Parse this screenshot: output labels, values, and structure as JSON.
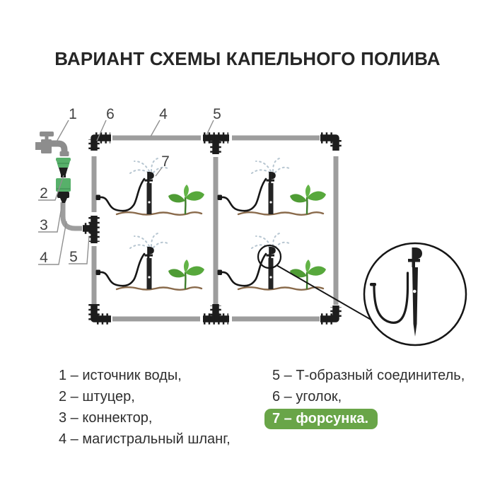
{
  "title": "ВАРИАНТ СХЕМЫ КАПЕЛЬНОГО ПОЛИВА",
  "diagram": {
    "callouts": {
      "water_source": "1",
      "fitting": "2",
      "connector": "3",
      "main_hose_left": "4",
      "tee_left": "5",
      "elbow": "6",
      "main_hose_top": "4",
      "tee_top": "5",
      "nozzle": "7"
    }
  },
  "legend": {
    "left": [
      "1 – источник воды,",
      "2 – штуцер,",
      "3 – коннектор,",
      "4 – магистральный шланг,"
    ],
    "right": [
      "5 – Т-образный соединитель,",
      "6 – уголок,"
    ],
    "highlighted": "7 – форсунка."
  },
  "colors": {
    "highlight_green": "#69a548",
    "fitting_green": "#57b06a",
    "pipe_gray": "#9d9d9d",
    "connector_black": "#1d1d1d",
    "spray_blue": "#b7c6d1",
    "leaf_green": "#57a83c",
    "ground_brown": "#8a6b4c",
    "text_dark": "#2e2e2e"
  }
}
